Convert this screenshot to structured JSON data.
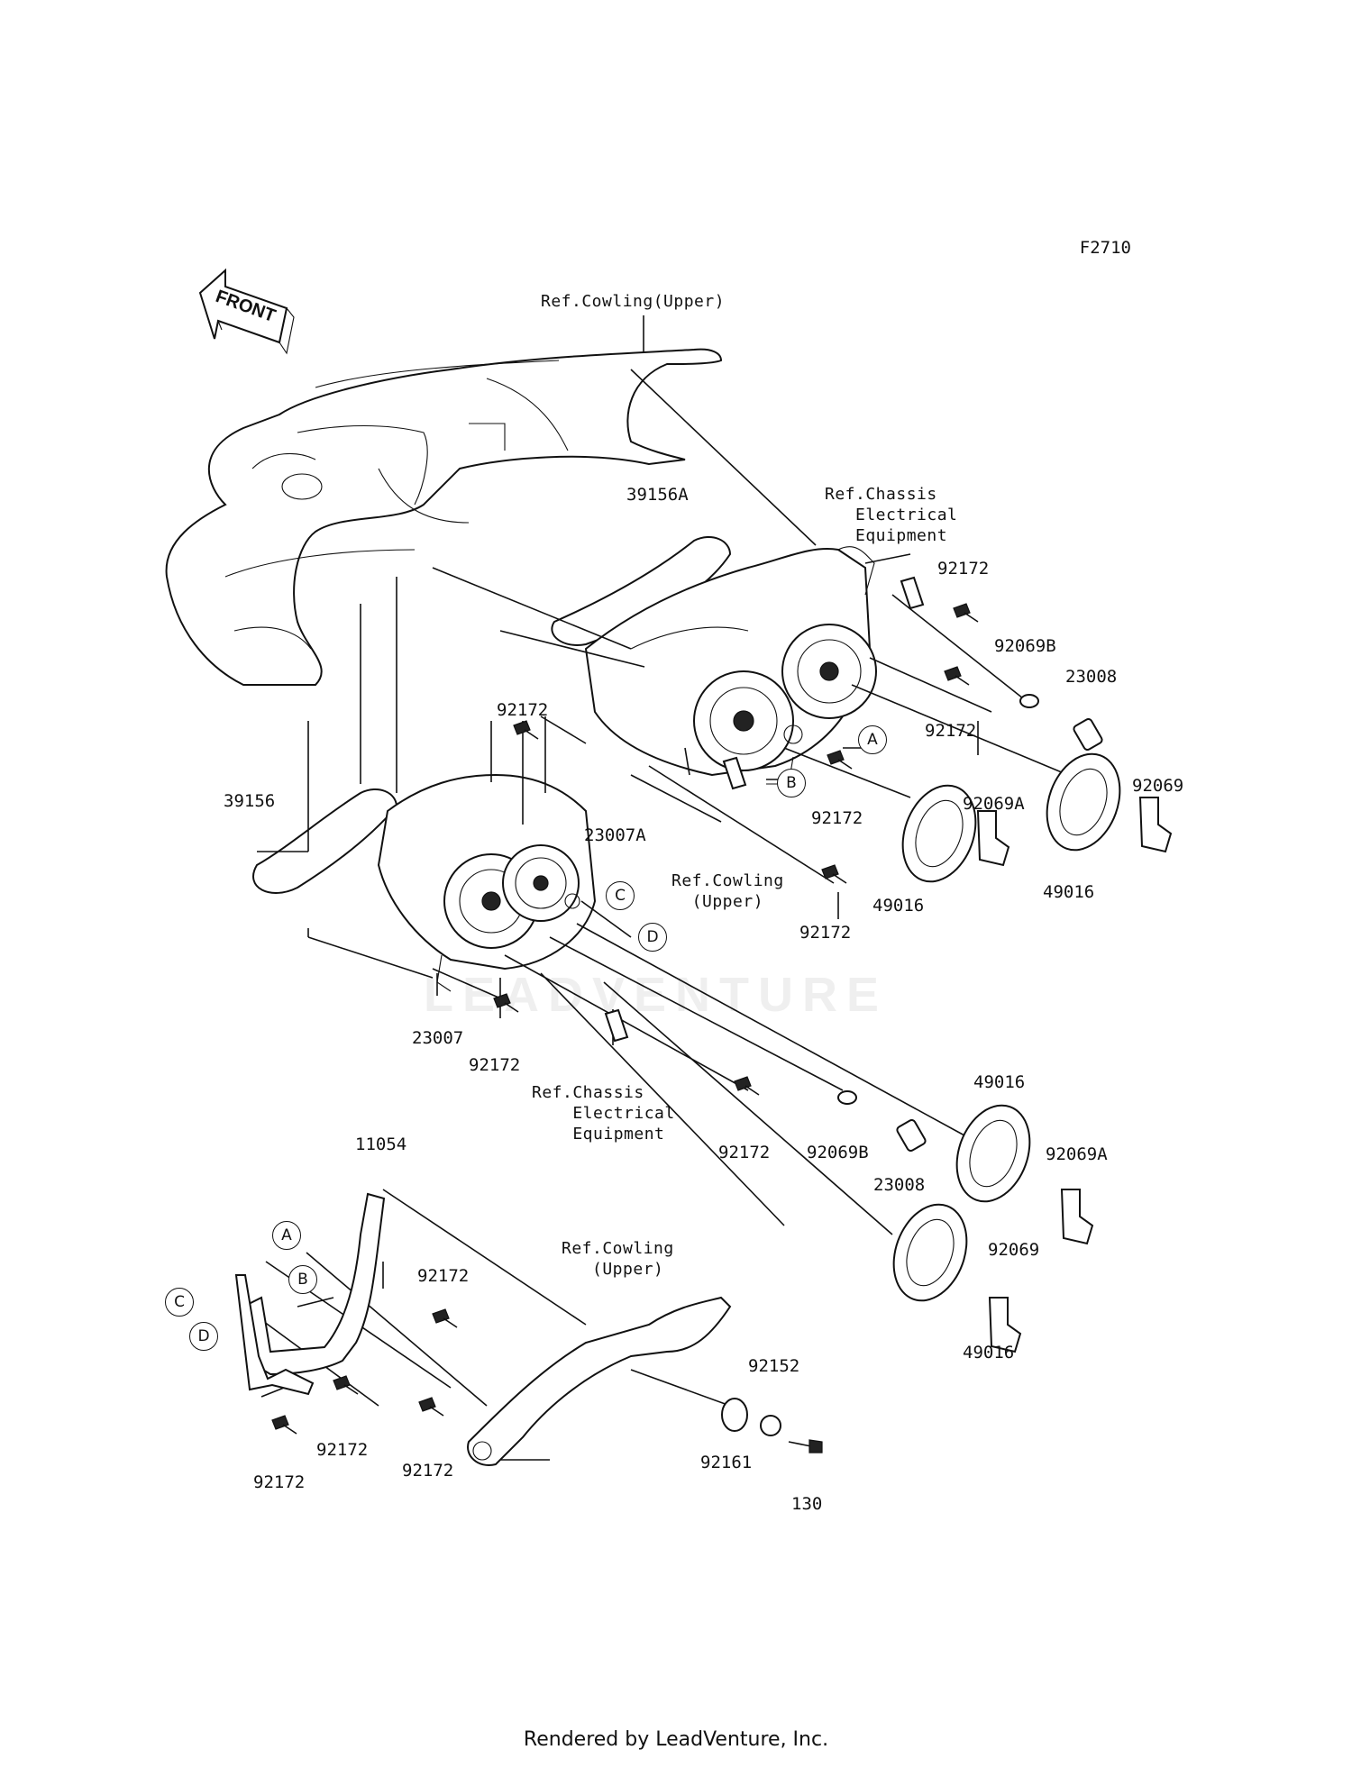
{
  "diagram": {
    "code": "F2710",
    "front_label": "FRONT",
    "footer": "Rendered by LeadVenture, Inc.",
    "watermark": "LEADVENTURE",
    "callouts": {
      "ref_cowling_upper_top": "Ref.Cowling(Upper)",
      "ref_chassis_top": "Ref.Chassis\n   Electrical\n   Equipment",
      "p39156A": "39156A",
      "p92172_a": "92172",
      "p92069B_a": "92069B",
      "p23008_a": "23008",
      "p92172_b": "92172",
      "p92172_c": "92172",
      "p92069": "92069",
      "p92069A_a": "92069A",
      "p23007A": "23007A",
      "p92172_d": "92172",
      "p49016_a": "49016",
      "p49016_b": "49016",
      "p39156": "39156",
      "ref_cowling_mid": "Ref.Cowling\n  (Upper)",
      "p92172_e": "92172",
      "p23007": "23007",
      "p92172_f": "92172",
      "ref_chassis_mid": "Ref.Chassis\n    Electrical\n    Equipment",
      "p92172_g": "92172",
      "p92069B_b": "92069B",
      "p23008_b": "23008",
      "p49016_c": "49016",
      "p92069A_b": "92069A",
      "p49016_d": "49016",
      "p92069_b": "92069",
      "p11054": "11054",
      "ref_cowling_low": "Ref.Cowling\n   (Upper)",
      "p92172_h": "92172",
      "p92152": "92152",
      "p92161": "92161",
      "p130": "130",
      "p92172_i": "92172",
      "p92172_j": "92172",
      "p92172_k": "92172"
    },
    "markers": {
      "A": "A",
      "B": "B",
      "C": "C",
      "D": "D"
    }
  }
}
